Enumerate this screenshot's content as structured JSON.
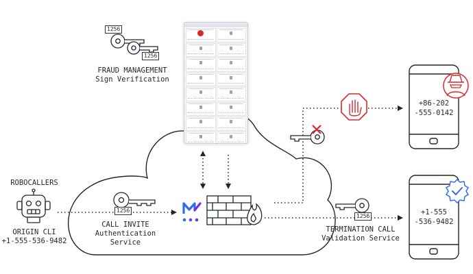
{
  "diagram": {
    "robocallers_label": "ROBOCALLERS",
    "origin_cli_label": "ORIGIN CLI",
    "origin_cli_number": "+1-555-536-9482",
    "call_invite_label": [
      "CALL INVITE",
      "Authentication",
      "Service"
    ],
    "fraud_management_label": [
      "FRAUD MANAGEMENT",
      "Sign Verification"
    ],
    "termination_call_label": [
      "TERMINATION CALL",
      "Validation Service"
    ],
    "key_tag_1256": "1256",
    "blocked_phone_number": [
      "+86-202",
      "-555-0142"
    ],
    "verified_phone_number": [
      "+1-555",
      "-536-9482"
    ]
  },
  "colors": {
    "line": "#1f2530",
    "alert_red": "#d9262c",
    "verified_blue": "#2f6cf0",
    "logo_blue": "#2f6cf0",
    "logo_purple": "#7a2ee0"
  }
}
